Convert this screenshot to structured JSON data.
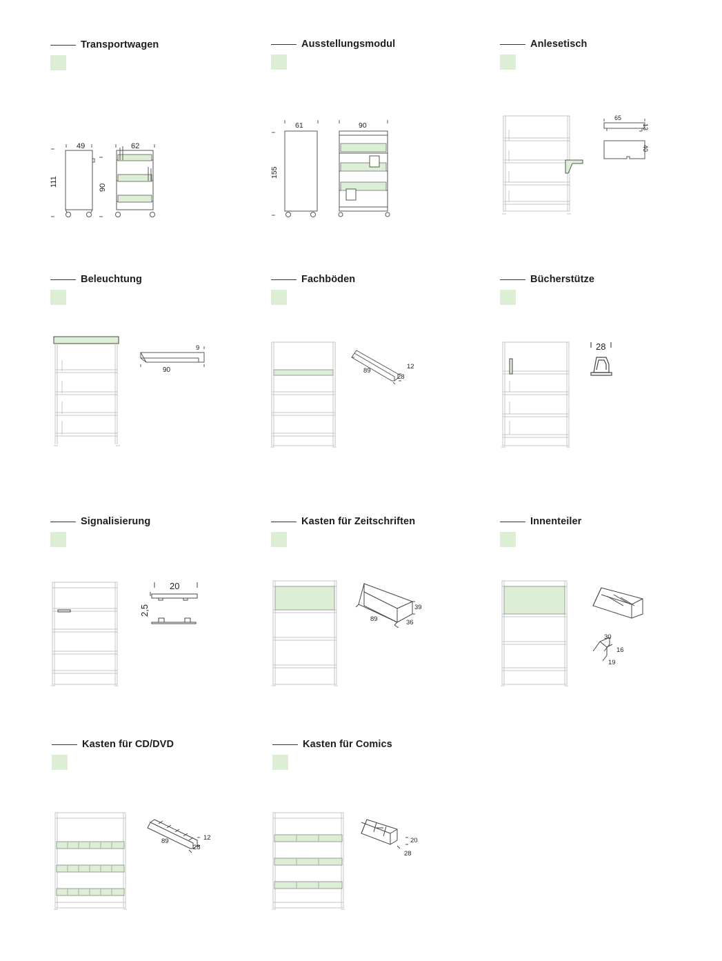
{
  "sections": [
    {
      "id": "transportwagen",
      "title": "Transportwagen",
      "dims": [
        "49",
        "62",
        "111",
        "90"
      ]
    },
    {
      "id": "ausstellungsmodul",
      "title": "Ausstellungsmodul",
      "dims": [
        "61",
        "90",
        "155"
      ]
    },
    {
      "id": "anlesetisch",
      "title": "Anlesetisch",
      "dims": [
        "65",
        "13",
        "40"
      ]
    },
    {
      "id": "beleuchtung",
      "title": "Beleuchtung",
      "dims": [
        "9",
        "90"
      ]
    },
    {
      "id": "fachboeden",
      "title": "Fachböden",
      "dims": [
        "89",
        "12",
        "28"
      ]
    },
    {
      "id": "buecherstuetze",
      "title": "Bücherstütze",
      "dims": [
        "28"
      ]
    },
    {
      "id": "signalisierung",
      "title": "Signalisierung",
      "dims": [
        "20",
        "2,5"
      ]
    },
    {
      "id": "kasten-zeitschriften",
      "title": "Kasten für Zeitschriften",
      "dims": [
        "39",
        "89",
        "36"
      ]
    },
    {
      "id": "innenteiler",
      "title": "Innenteiler",
      "dims": [
        "30",
        "16",
        "19"
      ]
    },
    {
      "id": "kasten-cd-dvd",
      "title": "Kasten für CD/DVD",
      "dims": [
        "89",
        "12",
        "28"
      ]
    },
    {
      "id": "kasten-comics",
      "title": "Kasten für Comics",
      "dims": [
        "20",
        "28"
      ]
    }
  ],
  "colors": {
    "accent": "#dcefd5",
    "line": "#555555",
    "frame": "#bdbdbd"
  }
}
